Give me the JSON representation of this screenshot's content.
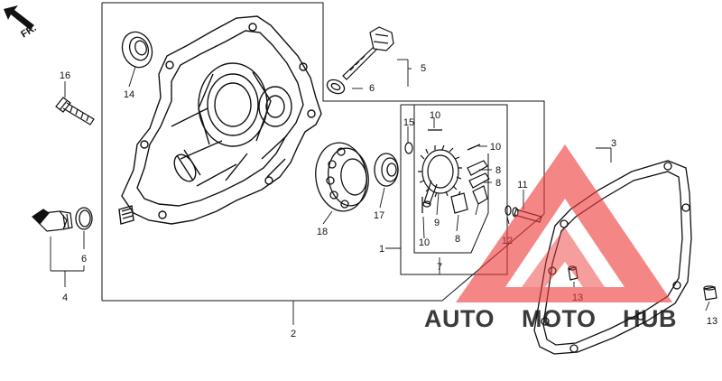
{
  "direction_label": "FR.",
  "callouts": {
    "c16": "16",
    "c14": "14",
    "c5": "5",
    "c6a": "6",
    "c15": "15",
    "c10a": "10",
    "c10b": "10",
    "c3": "3",
    "c8a": "8",
    "c8b": "8",
    "c11": "11",
    "c12": "12",
    "c18": "18",
    "c17": "17",
    "c9": "9",
    "c8c": "8",
    "c1": "1",
    "c10c": "10",
    "c7": "7",
    "c6b": "6",
    "c4": "4",
    "c13a": "13",
    "c2": "2",
    "c13b": "13"
  },
  "watermark": {
    "auto": "AUTO",
    "moto": "MOTO",
    "hub": "HUB",
    "colors": {
      "auto": "#f5b23a",
      "moto": "#f07f6a",
      "hub": "#8f8f8f",
      "logo": "#ef3b3b"
    }
  }
}
